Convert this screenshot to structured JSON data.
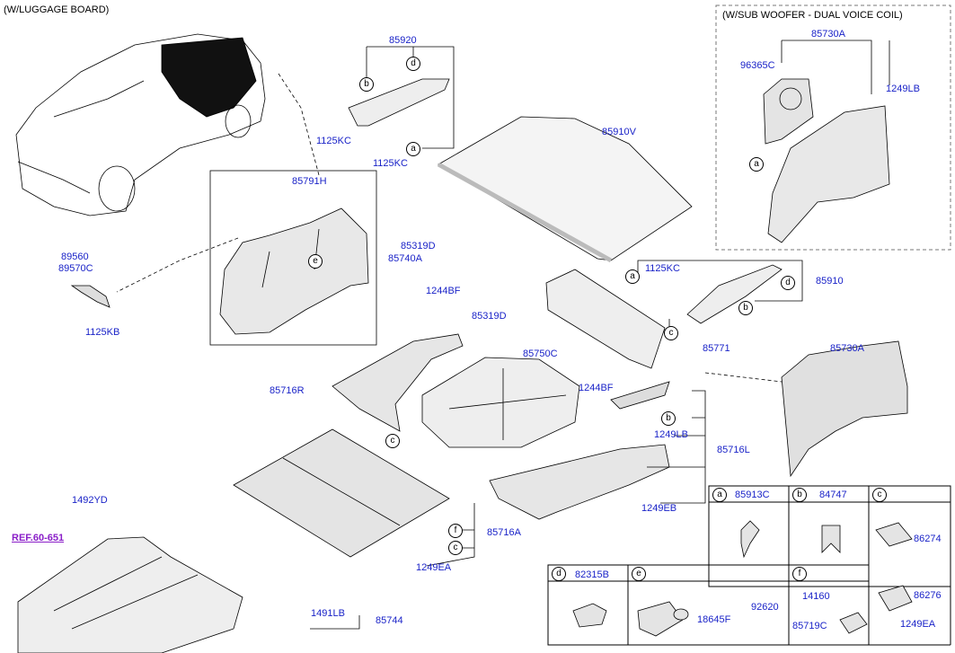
{
  "headers": {
    "luggage_board": "(W/LUGGAGE BOARD)",
    "sub_woofer": "(W/SUB WOOFER - DUAL VOICE COIL)"
  },
  "labels": {
    "p85920": "85920",
    "p1125kc_a": "1125KC",
    "p1125kc_b": "1125KC",
    "p85791h": "85791H",
    "p85319d_a": "85319D",
    "p85740a": "85740A",
    "p89560": "89560",
    "p89570c": "89570C",
    "p1125kb": "1125KB",
    "p85910v": "85910V",
    "p85730a_top": "85730A",
    "p96365c": "96365C",
    "p1249lb_top": "1249LB",
    "p1125kc_c": "1125KC",
    "p85910": "85910",
    "p85319d_b": "85319D",
    "p85771": "85771",
    "p1244bf_a": "1244BF",
    "p85750c": "85750C",
    "p85716r": "85716R",
    "p1244bf_b": "1244BF",
    "p1249lb": "1249LB",
    "p85716l": "85716L",
    "p1249eb": "1249EB",
    "p85730a": "85730A",
    "p1492yd": "1492YD",
    "ref": "REF.60-651",
    "p85716a": "85716A",
    "p1249ea": "1249EA",
    "p1491lb": "1491LB",
    "p85744": "85744"
  },
  "legend": {
    "a": {
      "letter": "a",
      "part": "85913C"
    },
    "b": {
      "letter": "b",
      "part": "84747"
    },
    "c": {
      "letter": "c",
      "p1": "86274",
      "p2": "86276",
      "p3": "1249EA"
    },
    "d": {
      "letter": "d",
      "part": "82315B"
    },
    "e": {
      "letter": "e",
      "p1": "92620",
      "p2": "18645F"
    },
    "f": {
      "letter": "f",
      "p1": "14160",
      "p2": "85719C"
    }
  },
  "callouts": {
    "a": "a",
    "b": "b",
    "c": "c",
    "d": "d",
    "e": "e",
    "f": "f"
  }
}
